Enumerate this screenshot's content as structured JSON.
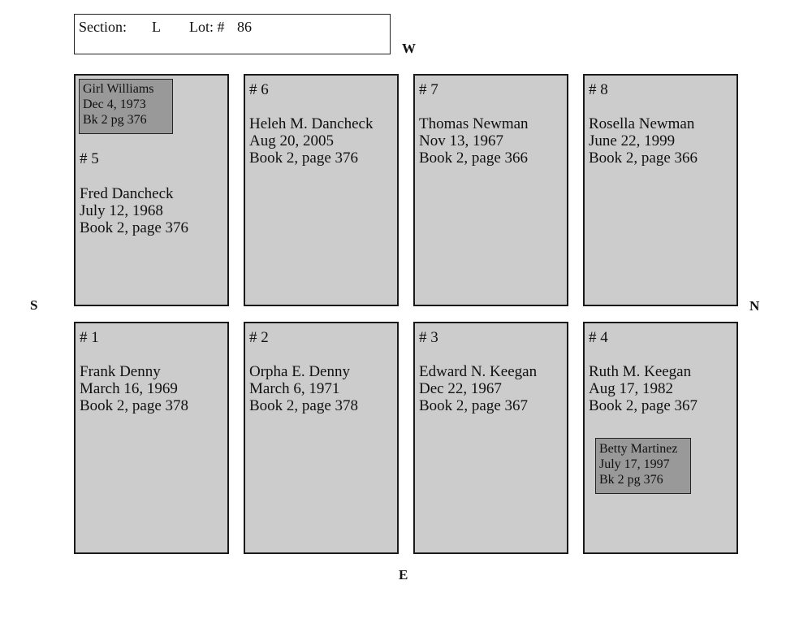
{
  "header": {
    "section_label": "Section:",
    "section_value": "L",
    "lot_label": "Lot: #",
    "lot_value": "86"
  },
  "compass": {
    "west": "W",
    "east": "E",
    "south": "S",
    "north": "N"
  },
  "plots": {
    "p5": {
      "number": "# 5",
      "name": "Fred Dancheck",
      "date": "July 12, 1968",
      "book": "Book 2, page 376",
      "inset": {
        "name": "Girl Williams",
        "date": "Dec 4, 1973",
        "book": "Bk 2 pg 376"
      }
    },
    "p6": {
      "number": "# 6",
      "name": "Heleh M. Dancheck",
      "date": "Aug 20, 2005",
      "book": "Book 2, page 376"
    },
    "p7": {
      "number": "# 7",
      "name": "Thomas Newman",
      "date": "Nov 13, 1967",
      "book": "Book 2, page 366"
    },
    "p8": {
      "number": "# 8",
      "name": "Rosella Newman",
      "date": "June 22, 1999",
      "book": "Book 2, page 366"
    },
    "p1": {
      "number": "# 1",
      "name": "Frank Denny",
      "date": "March 16, 1969",
      "book": "Book 2, page 378"
    },
    "p2": {
      "number": "# 2",
      "name": "Orpha E. Denny",
      "date": "March 6, 1971",
      "book": "Book 2, page 378"
    },
    "p3": {
      "number": "# 3",
      "name": "Edward N. Keegan",
      "date": "Dec 22, 1967",
      "book": "Book 2, page 367"
    },
    "p4": {
      "number": "# 4",
      "name": "Ruth M. Keegan",
      "date": "Aug 17, 1982",
      "book": "Book 2, page 367",
      "inset": {
        "name": "Betty Martinez",
        "date": "July 17, 1997",
        "book": "Bk 2 pg 376"
      }
    }
  }
}
